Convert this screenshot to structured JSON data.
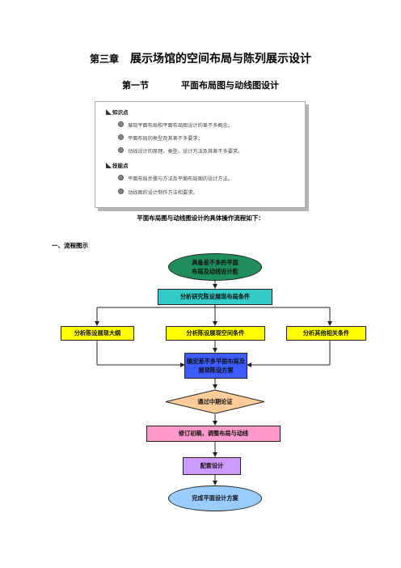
{
  "chapter": {
    "number": "第三章",
    "title": "展示场馆的空间布局与陈列展示设计"
  },
  "section": {
    "number": "第一节",
    "title": "平面布局图与动线图设计"
  },
  "info_box": {
    "knowledge_heading": "知识点",
    "knowledge_items": [
      "展现平面布局和平面布局图设计的差不多概念。",
      "平面布局的类型及其差不多要求；",
      "动线设计的原理、类型、设计方法及其差不多要求。"
    ],
    "skill_heading": "技能点",
    "skill_items": [
      "平面布局步骤与方法及平面布局图的设计方法。",
      "动线图的设计制作方法和要求。"
    ]
  },
  "process_intro": "平面布局图与动线图设计的具体操作流程如下：",
  "flow_label": "一、流程图示",
  "flowchart": {
    "start": {
      "line1": "具备差不多的平面",
      "line2": "布局及动线设计能"
    },
    "analyze_conditions": "分析研究陈设展现布局条件",
    "branch_left": "分析陈设展现大纲",
    "branch_middle": "分析陈设展现空间条件",
    "branch_right": "分析其他相关条件",
    "confirm": {
      "line1": "确定差不多平面布局及",
      "line2": "展现陈设方案"
    },
    "review": "通过中期论证",
    "revise": "修订初稿，调整布局与动线",
    "supporting": "配套设计",
    "end": "完成平面设计方案"
  },
  "colors": {
    "start_node": "#1f8e5c",
    "analyze_node": "#33ccc8",
    "branch_nodes": "#ffff00",
    "confirm_node": "#3d5cff",
    "review_node": "#ffcc99",
    "revise_node": "#ff99cc",
    "supporting_node": "#cc99ff",
    "end_node": "#99ccff"
  }
}
